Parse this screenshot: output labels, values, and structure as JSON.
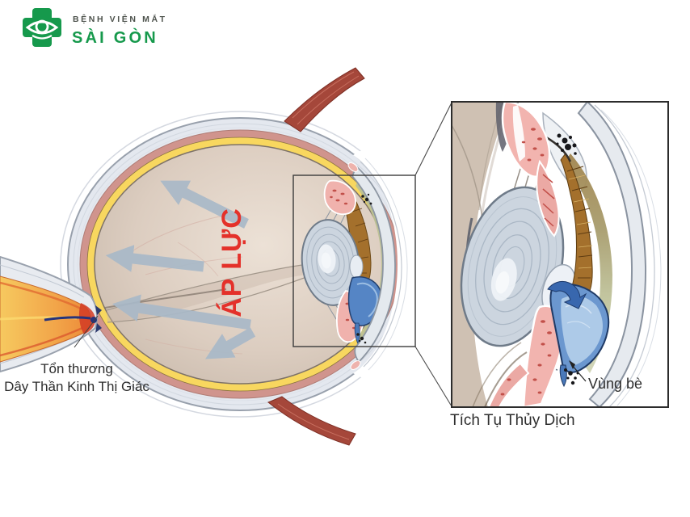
{
  "logo": {
    "line1": "BỆNH VIỆN MẮT",
    "line2": "SÀI GÒN",
    "brand_green": "#16994c",
    "line1_color": "#4d524c"
  },
  "labels": {
    "pressure": "ÁP LỰC",
    "optic_nerve_damage_line1": "Tổn thương",
    "optic_nerve_damage_line2": "Dây Thần Kinh Thị Giác",
    "trabecular_meshwork": "Vùng bè",
    "inset_caption": "Tích Tụ Thủy Dịch"
  },
  "colors": {
    "pressure_text": "#e4312a",
    "label_text": "#2e2e2e",
    "sclera": "#e4e8ef",
    "choroid": "#d0948d",
    "retina": "#f8d75f",
    "vitreous": "#d5c6b9",
    "pressure_arrows": "#a9b9c8",
    "optic_nerve": "#f2a64a",
    "muscle": "#a5473a",
    "lens": "#ccd5df",
    "iris": "#a4702c",
    "aqueous_fluid": "#5b8ccb",
    "ciliary_body": "#f2b4af"
  }
}
